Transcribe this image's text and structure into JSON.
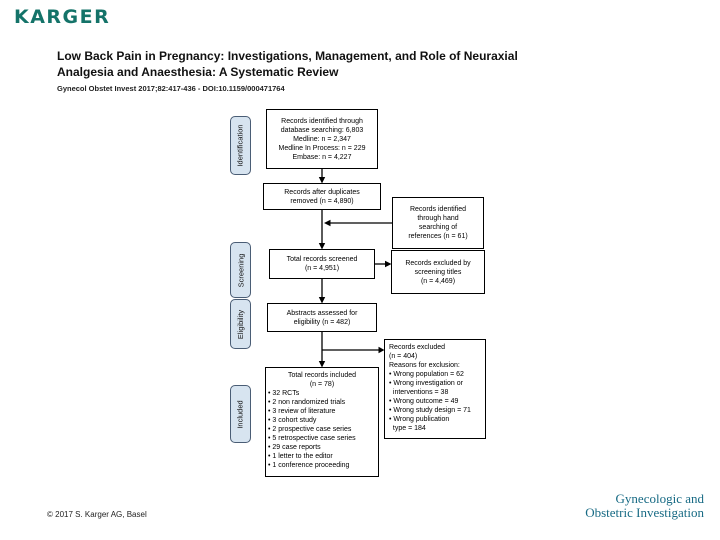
{
  "header": {
    "logo": "KARGER",
    "title_line1": "Low Back Pain in Pregnancy: Investigations, Management, and Role of Neuraxial",
    "title_line2": "Analgesia and Anaesthesia: A Systematic Review",
    "citation": "Gynecol Obstet Invest 2017;82:417-436 - DOI:10.1159/000471764"
  },
  "diagram": {
    "stages": {
      "identification": "Identification",
      "screening": "Screening",
      "eligibility": "Eligibility",
      "included": "Included"
    },
    "db_search": {
      "lines": [
        "Records identified through",
        "database searching: 6,803",
        "Medline: n = 2,347",
        "Medline In Process: n = 229",
        "Embase: n = 4,227"
      ]
    },
    "duplicates": {
      "lines": [
        "Records after duplicates",
        "removed (n = 4,890)"
      ]
    },
    "hand_search": {
      "lines": [
        "Records identified",
        "through hand",
        "searching of",
        "references (n = 61)"
      ]
    },
    "screened": {
      "lines": [
        "Total records screened",
        "(n = 4,951)"
      ]
    },
    "excluded_titles": {
      "lines": [
        "Records excluded by",
        "screening titles",
        "(n = 4,469)"
      ]
    },
    "abstracts": {
      "lines": [
        "Abstracts assessed for",
        "eligibility (n = 482)"
      ]
    },
    "excluded_reasons": {
      "lines": [
        "Records excluded",
        "(n = 404)",
        "Reasons for exclusion:",
        "• Wrong population = 62",
        "• Wrong investigation or",
        "  interventions = 38",
        "• Wrong outcome = 49",
        "• Wrong study design = 71",
        "• Wrong publication",
        "  type = 184"
      ]
    },
    "included_box": {
      "title_lines": [
        "Total records included",
        "(n = 78)"
      ],
      "bullets": [
        "• 32 RCTs",
        "• 2 non randomized trials",
        "• 3 review of literature",
        "• 3 cohort study",
        "• 2 prospective case series",
        "• 5 retrospective case series",
        "• 29 case reports",
        "• 1 letter to the editor",
        "• 1 conference proceeding"
      ]
    }
  },
  "footer": {
    "copyright": "© 2017 S. Karger AG, Basel",
    "journal_line1": "Gynecologic and",
    "journal_line2": "Obstetric Investigation"
  },
  "colors": {
    "karger_teal": "#147369",
    "journal_teal": "#176a84",
    "stage_fill": "#d7e4f0",
    "stage_border": "#4a5d75",
    "box_border": "#000000"
  }
}
